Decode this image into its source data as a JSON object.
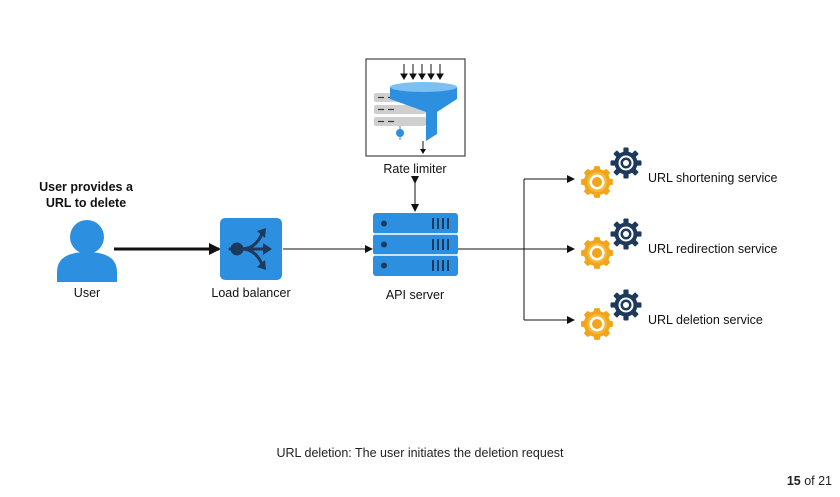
{
  "user": {
    "heading_line1": "User provides a",
    "heading_line2": "URL to delete",
    "label": "User"
  },
  "load_balancer": {
    "label": "Load balancer"
  },
  "rate_limiter": {
    "label": "Rate limiter"
  },
  "api_server": {
    "label": "API server"
  },
  "services": [
    {
      "label": "URL shortening service"
    },
    {
      "label": "URL redirection service"
    },
    {
      "label": "URL deletion service"
    }
  ],
  "caption": "URL deletion: The user initiates the deletion request",
  "pager": {
    "current": "15",
    "separator": " of ",
    "total": "21"
  },
  "colors": {
    "blue": "#2d8fe0",
    "orange": "#f2a51a",
    "navy": "#1d3a5c",
    "line": "#111111"
  }
}
